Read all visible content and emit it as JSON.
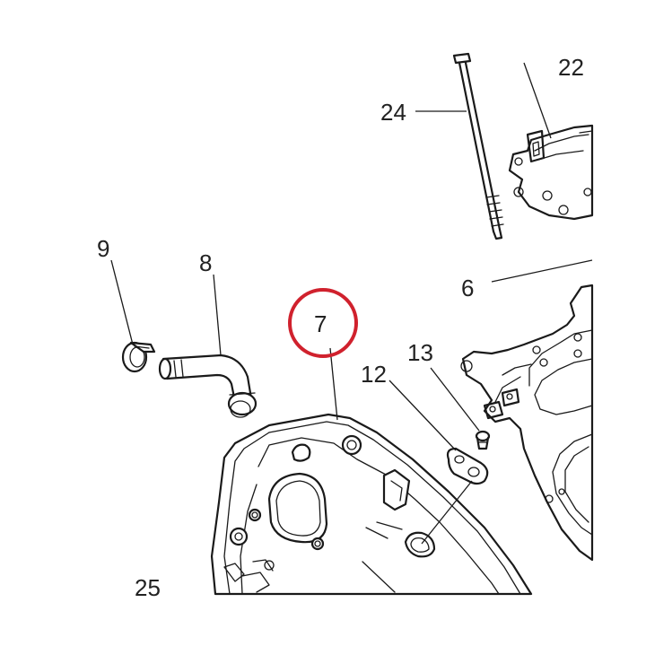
{
  "callouts": {
    "c22": "22",
    "c24": "24",
    "c6": "6",
    "c9": "9",
    "c8": "8",
    "c7": "7",
    "c12": "12",
    "c13": "13",
    "c25": "25"
  },
  "highlight": {
    "target": "7",
    "color": "#d0212d"
  }
}
